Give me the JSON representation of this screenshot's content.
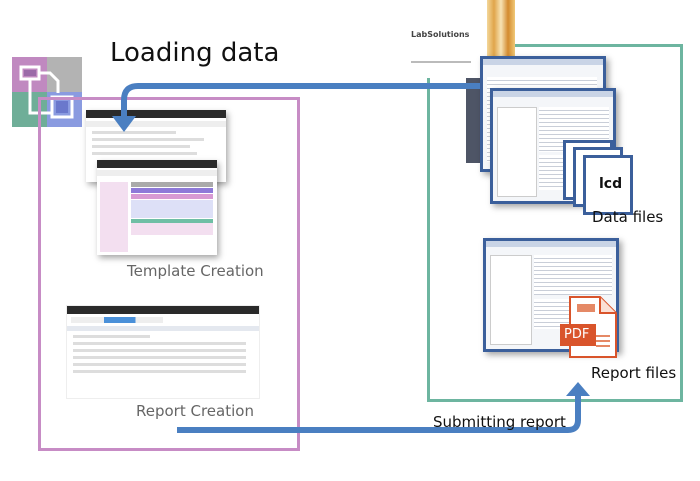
{
  "title": "Loading data",
  "sections": {
    "template_creation": "Template Creation",
    "report_creation": "Report Creation",
    "data_files": "Data files",
    "report_files": "Report files",
    "submitting_report": "Submitting report"
  },
  "labsolutions": {
    "product_name": "LabSolutions"
  },
  "file_icons": {
    "lcd_label": "lcd",
    "pdf_label": "PDF"
  },
  "colors": {
    "pink_frame": "#c78cc5",
    "teal_frame": "#6db5a0",
    "arrow_blue": "#4a7fc1",
    "pdf_orange": "#d9542b"
  }
}
